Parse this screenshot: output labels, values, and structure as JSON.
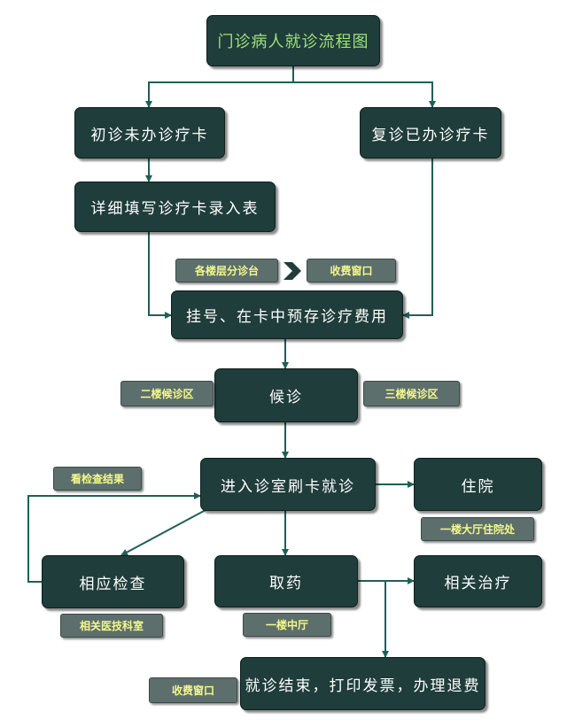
{
  "diagram": {
    "title": "门诊病人就诊流程图",
    "nodes": {
      "first_visit": "初诊未办诊疗卡",
      "return_visit": "复诊已办诊疗卡",
      "fill_form": "详细填写诊疗卡录入表",
      "register": "挂号、在卡中预存诊疗费用",
      "waiting": "候诊",
      "consult": "进入诊室刷卡就诊",
      "hospitalize": "住院",
      "examination": "相应检查",
      "pharmacy": "取药",
      "treatment": "相关治疗",
      "finish": "就诊结束，打印发票，办理退费"
    },
    "tags": {
      "triage": "各楼层分诊台",
      "cashier_top": "收费窗口",
      "waiting_2f": "二楼候诊区",
      "waiting_3f": "三楼候诊区",
      "view_results": "看检查结果",
      "admission_hall": "一楼大厅住院处",
      "medtech_dept": "相关医技科室",
      "chinese_pharmacy": "一楼中厅",
      "cashier_bottom": "收费窗口"
    },
    "colors": {
      "node_fill": "#1f3d3a",
      "title_text": "#9fe27a",
      "node_text": "#ffffff",
      "tag_fill": "#5d6f6d",
      "tag_text": "#f4f98a",
      "connector": "#1f5f57"
    }
  }
}
